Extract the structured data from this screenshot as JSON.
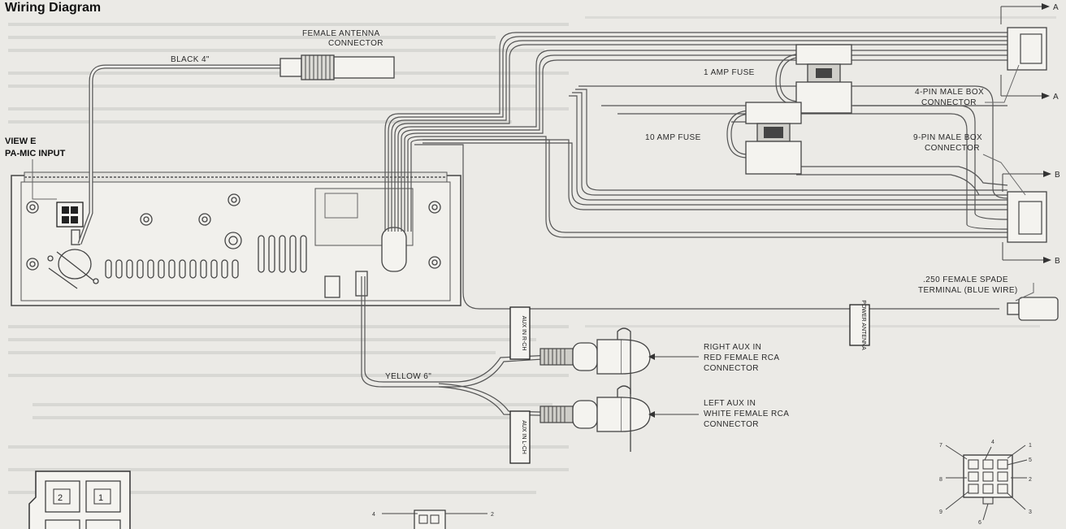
{
  "title": "Wiring Diagram",
  "labels": {
    "female_antenna_line1": "FEMALE ANTENNA",
    "female_antenna_line2": "CONNECTOR",
    "black_wire": "BLACK 4\"",
    "view_e_line1": "VIEW E",
    "view_e_line2": "PA-MIC INPUT",
    "fuse_1amp": "1 AMP FUSE",
    "fuse_10amp": "10 AMP FUSE",
    "four_pin_line1": "4-PIN MALE BOX",
    "four_pin_line2": "CONNECTOR",
    "nine_pin_line1": "9-PIN MALE BOX",
    "nine_pin_line2": "CONNECTOR",
    "spade_line1": ".250 FEMALE SPADE",
    "spade_line2": "TERMINAL (BLUE WIRE)",
    "power_antenna": "POWER ANTENNA",
    "aux_r": "AUX IN R-CH",
    "aux_l": "AUX IN L-CH",
    "yellow_wire": "YELLOW 6\"",
    "right_aux_line1": "RIGHT AUX IN",
    "right_aux_line2": "RED FEMALE RCA",
    "right_aux_line3": "CONNECTOR",
    "left_aux_line1": "LEFT AUX IN",
    "left_aux_line2": "WHITE FEMALE RCA",
    "left_aux_line3": "CONNECTOR",
    "arrow_a_top": "A",
    "arrow_a_bottom": "A",
    "arrow_b_top": "B",
    "arrow_b_bottom": "B"
  },
  "nine_pin_numbers": {
    "p1": "1",
    "p2": "2",
    "p3": "3",
    "p4": "4",
    "p5": "5",
    "p6": "6",
    "p7": "7",
    "p8": "8",
    "p9": "9"
  },
  "small_connector_numbers": {
    "p2": "2",
    "p4": "4"
  },
  "pa_mic_pins": {
    "p1": "1",
    "p2": "2"
  }
}
